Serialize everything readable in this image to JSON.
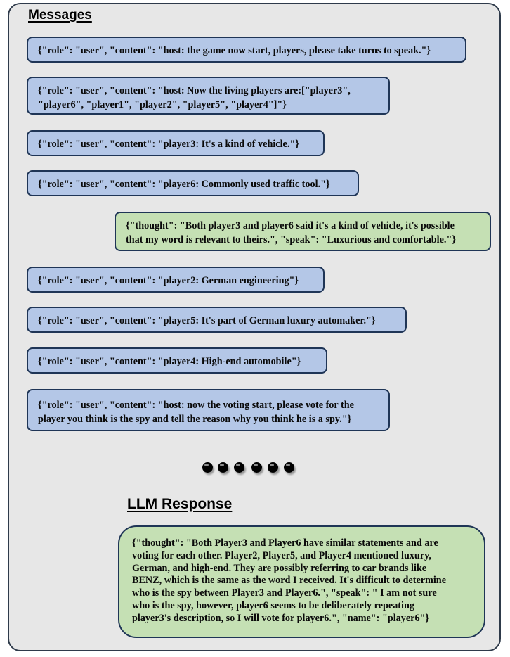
{
  "headings": {
    "messages": "Messages",
    "llm_response": "LLM Response"
  },
  "messages": [
    {
      "role": "user",
      "lines": [
        "{\"role\": \"user\", \"content\": \"host: the game now start, players, please take turns to speak.\"}"
      ]
    },
    {
      "role": "user",
      "lines": [
        "{\"role\": \"user\", \"content\": \"host: Now the living players are:[\"player3\",",
        "\"player6\", \"player1\", \"player2\", \"player5\", \"player4\"]\"}"
      ]
    },
    {
      "role": "user",
      "lines": [
        "{\"role\": \"user\", \"content\": \"player3: It's a kind of vehicle.\"}"
      ]
    },
    {
      "role": "user",
      "lines": [
        "{\"role\": \"user\", \"content\": \"player6: Commonly used traffic tool.\"}"
      ]
    },
    {
      "role": "thought",
      "lines": [
        "{\"thought\": \"Both player3 and player6 said it's a kind of vehicle, it's possible",
        "that my word is relevant to theirs.\", \"speak\": \"Luxurious and comfortable.\"}"
      ]
    },
    {
      "role": "user",
      "lines": [
        "{\"role\": \"user\", \"content\": \"player2: German engineering\"}"
      ]
    },
    {
      "role": "user",
      "lines": [
        "{\"role\": \"user\", \"content\": \"player5: It's part of German luxury automaker.\"}"
      ]
    },
    {
      "role": "user",
      "lines": [
        "{\"role\": \"user\", \"content\": \"player4: High-end automobile\"}"
      ]
    },
    {
      "role": "user",
      "lines": [
        "{\"role\": \"user\", \"content\": \"host: now the voting start, please vote for the",
        "player you think is the spy and tell the reason why you think he is a spy.\"}"
      ]
    }
  ],
  "ellipsis_dots": 6,
  "llm_response": {
    "lines": [
      "{\"thought\": \"Both Player3 and Player6 have similar statements and are",
      "voting for each other. Player2, Player5, and Player4 mentioned luxury,",
      "German, and high-end. They are possibly referring to car brands like",
      "BENZ, which is the same as the word I received. It's difficult to determine",
      "who is the spy between Player3 and Player6.\", \"speak\": \" I am not sure",
      "who is the spy, however, player6 seems to be deliberately repeating",
      "player3's description, so I will vote for player6.\", \"name\": \"player6\"}"
    ]
  },
  "colors": {
    "user_bubble": "#b4c7e7",
    "thought_bubble": "#c5e0b4",
    "panel": "#e7e7e7",
    "border": "#1f3556"
  }
}
